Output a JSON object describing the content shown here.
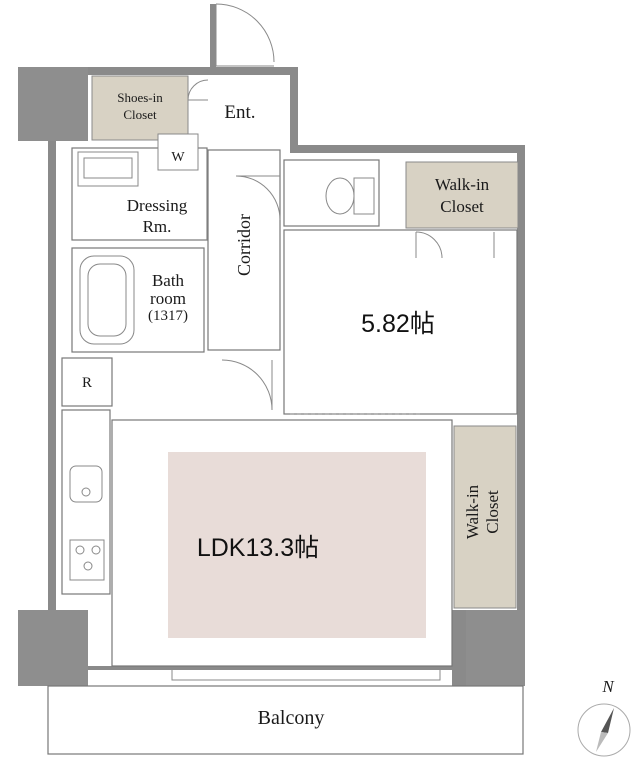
{
  "floor_plan": {
    "rooms": {
      "entrance": "Ent.",
      "shoes_closet": [
        "Shoes-in",
        "Closet"
      ],
      "washer": "W",
      "dressing": [
        "Dressing",
        "Rm."
      ],
      "bath": [
        "Bath",
        "room",
        "(1317)"
      ],
      "corridor": "Corridor",
      "walkin_top": [
        "Walk-in",
        "Closet"
      ],
      "western_room": "5.82帖",
      "refrigerator": "R",
      "ldk": "LDK13.3帖",
      "walkin_side": [
        "Walk-in",
        "Closet"
      ],
      "balcony": "Balcony"
    },
    "compass": "N",
    "colors": {
      "wall": "#8a8a8a",
      "closet_fill": "#d8d2c4",
      "ldk_rug": "#e8dcd8",
      "background": "#ffffff"
    }
  }
}
